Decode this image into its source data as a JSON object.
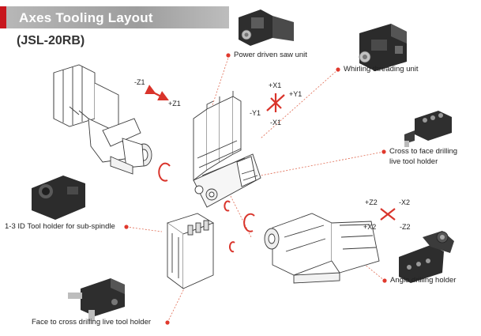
{
  "header": {
    "title": "Axes Tooling Layout",
    "model": "(JSL-20RB)"
  },
  "callouts": {
    "power_saw": "Power driven saw unit",
    "whirling": "Whirling threading unit",
    "cross_face_line1": "Cross to face drilling",
    "cross_face_line2": "live tool holder",
    "id_holder": "1-3 ID Tool holder for sub-spindle",
    "angle_drilling": "Angle drilling holder",
    "face_cross": "Face to cross drilling live tool holder"
  },
  "axes": {
    "minus_z1": "-Z1",
    "plus_z1": "+Z1",
    "plus_x1": "+X1",
    "plus_y1": "+Y1",
    "minus_y1": "-Y1",
    "minus_x1": "-X1",
    "plus_z2": "+Z2",
    "minus_x2": "-X2",
    "plus_x2": "+X2",
    "minus_z2": "-Z2"
  },
  "colors": {
    "accent_red": "#d9342b",
    "dot_red": "#e0392d",
    "title_bar": "#a6a6a6",
    "line_art": "#3a3a3a"
  }
}
